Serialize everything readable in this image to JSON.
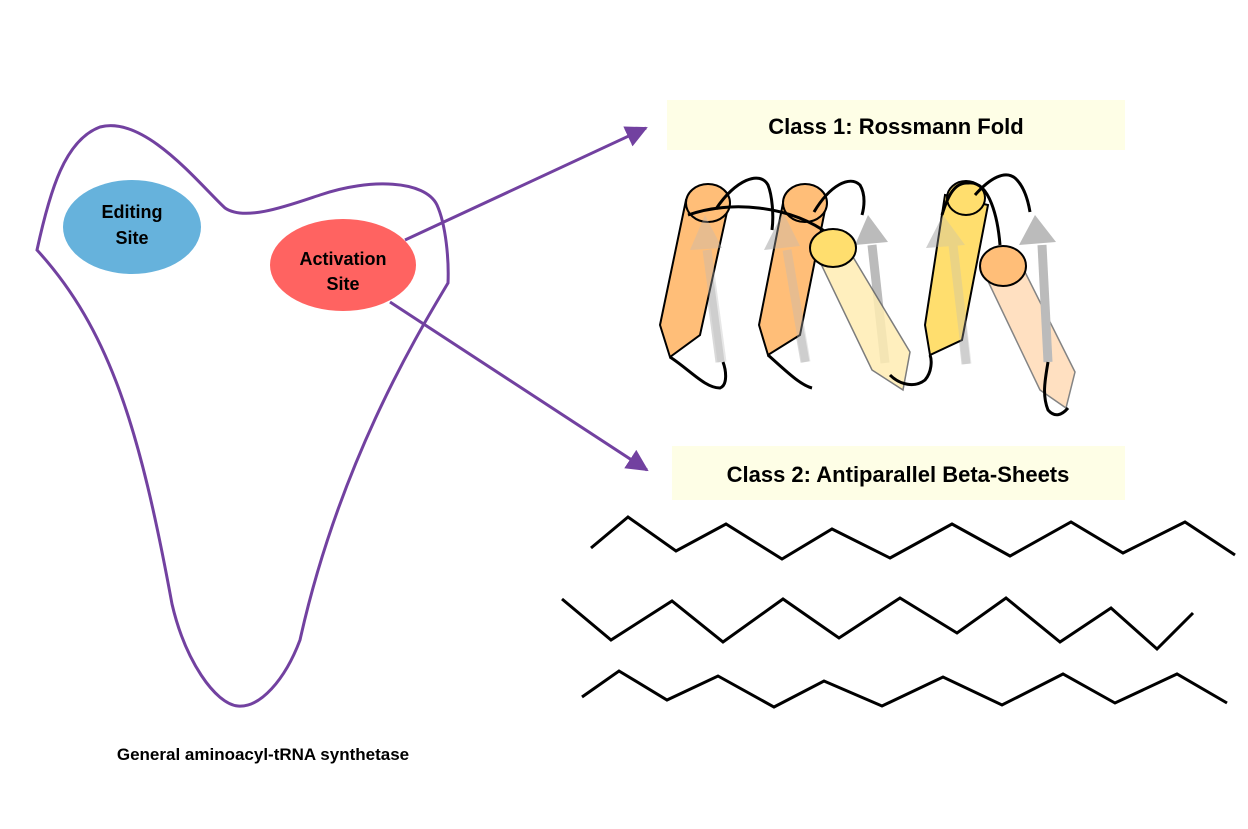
{
  "diagram": {
    "caption": "General aminoacyl-tRNA synthetase",
    "sites": {
      "editing": {
        "line1": "Editing",
        "line2": "Site",
        "color": "#66B2DC"
      },
      "activation": {
        "line1": "Activation",
        "line2": "Site",
        "color": "#FF6361"
      }
    },
    "outline_color": "#7241A0",
    "arrow_color": "#7241A0",
    "class1": {
      "title": "Class 1: Rossmann Fold",
      "banner_color": "#FEFEE6",
      "colors": {
        "helix_orange": "#FFBE78",
        "helix_yellow": "#FFDE6E",
        "helix_pale_yellow": "#FFEDB3",
        "helix_pale_orange": "#FFDDBB",
        "strand_arrow": "#BBBBBB"
      }
    },
    "class2": {
      "title": "Class 2: Antiparallel Beta-Sheets",
      "banner_color": "#FEFEE6",
      "strand_count": 3
    }
  }
}
